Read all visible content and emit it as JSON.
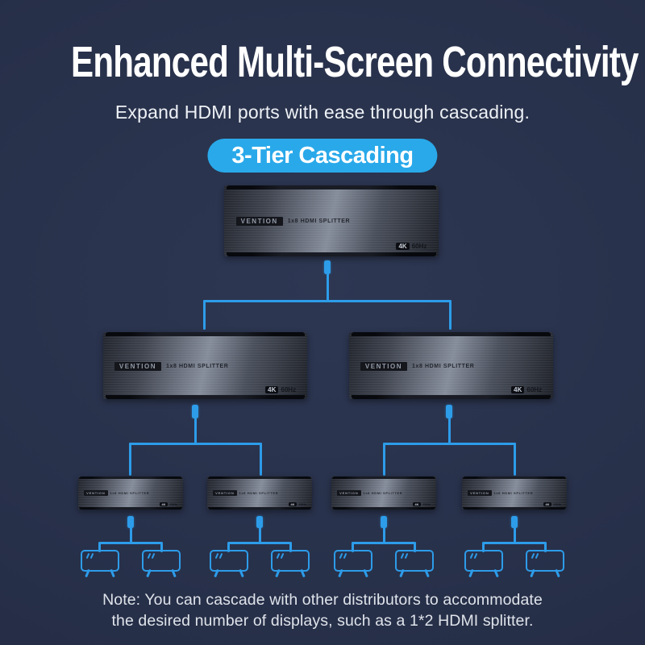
{
  "header": {
    "title": "Enhanced Multi-Screen Connectivity",
    "subtitle": "Expand HDMI ports with ease through cascading.",
    "badge": "3-Tier Cascading"
  },
  "device": {
    "brand": "VENTION",
    "model": "1x8 HDMI SPLITTER",
    "spec_4k": "4K",
    "spec_hz": "60Hz"
  },
  "note": {
    "line1": "Note: You can cascade with other distributors to accommodate",
    "line2": "the desired number of displays, such as a 1*2 HDMI splitter."
  },
  "diagram": {
    "tier1_splitters": 1,
    "tier2_splitters": 2,
    "tier3_splitters": 4,
    "displays": 8
  },
  "colors": {
    "accent_blue": "#2d9ce9",
    "badge_blue": "#29a9ea",
    "bg_center": "#2d3752",
    "bg_mid": "#273049",
    "bg_edge": "#212a40",
    "text_white": "#ffffff",
    "note_text": "#dfe3ea"
  }
}
